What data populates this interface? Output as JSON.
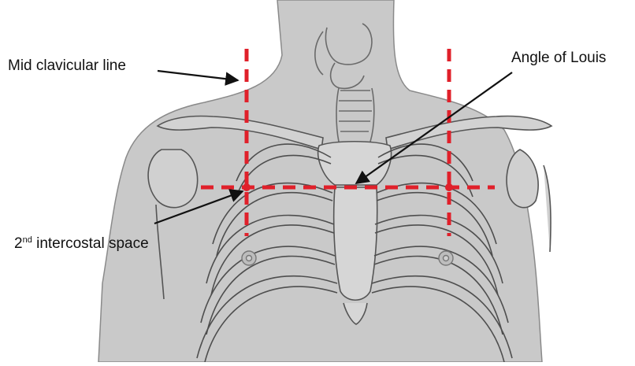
{
  "labels": {
    "mid_clavicular_line": "Mid clavicular line",
    "angle_of_louis": "Angle of Louis",
    "intercostal_ordinal": "2",
    "intercostal_suffix": "nd",
    "intercostal_rest": " intercostal space"
  },
  "colors": {
    "body_fill": "#c9c9c9",
    "bone_stroke": "#5a5a5a",
    "guide_line": "#e0202a",
    "arrow": "#111111"
  }
}
